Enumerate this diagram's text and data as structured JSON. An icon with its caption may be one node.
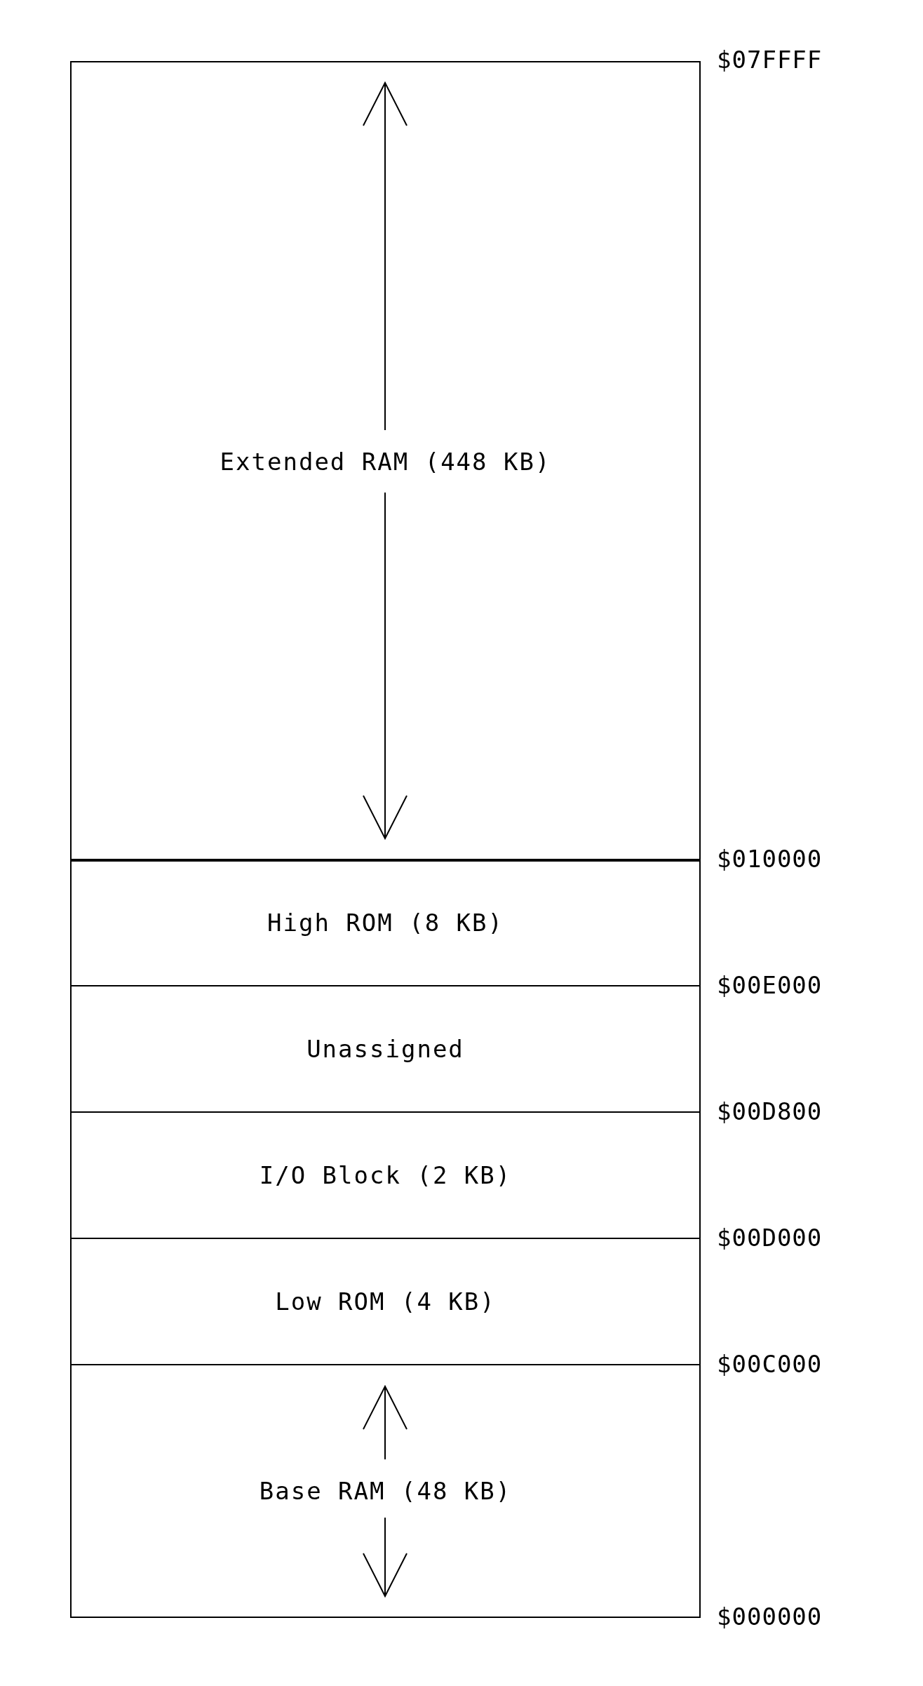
{
  "diagram": {
    "nodes": [
      {
        "text": [
          "Extended RAM (448 KB)"
        ]
      },
      {
        "text": [
          "High ROM (8 KB)"
        ]
      },
      {
        "text": [
          "Unassigned"
        ]
      },
      {
        "text": [
          "I/O Block (2 KB)"
        ]
      },
      {
        "text": [
          "Low ROM (4 KB)"
        ]
      },
      {
        "text": [
          "Base RAM (48 KB)"
        ]
      }
    ],
    "labels": [
      "$07FFFF",
      "$010000",
      "$00E000",
      "$00D800",
      "$00D000",
      "$00C000",
      "$000000"
    ]
  }
}
